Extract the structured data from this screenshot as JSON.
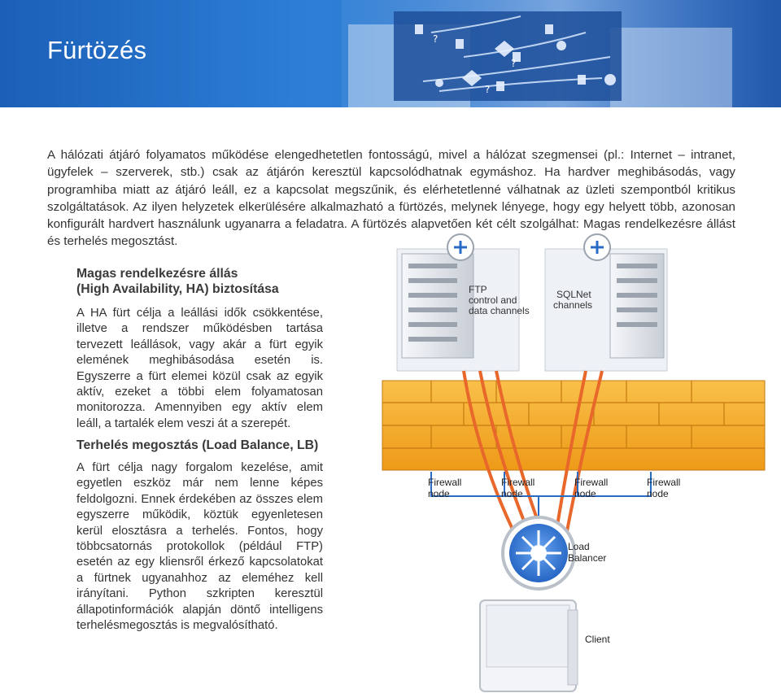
{
  "header": {
    "title": "Fürtözés",
    "brand_color": "#2a70c8"
  },
  "intro": {
    "text": "A hálózati átjáró folyamatos működése elengedhetetlen fontosságú, mivel a hálózat szegmensei (pl.: Internet – intranet, ügyfelek – szerverek, stb.) csak az átjárón keresztül kapcsolódhatnak egymáshoz. Ha hardver meghibásodás, vagy programhiba miatt az átjáró leáll, ez a kapcsolat megszűnik, és elérhetetlenné válhatnak az üzleti szempontból kritikus szolgáltatások. Az ilyen helyzetek elkerülésére alkalmazható a fürtözés, melynek lényege, hogy egy helyett több, azonosan konfigurált hardvert használunk ugyanarra a feladatra. A fürtözés alapvetően két célt szolgálhat: Magas rendelkezésre állást és terhelés megosztást."
  },
  "ha": {
    "heading_line1": "Magas rendelkezésre állás",
    "heading_line2": "(High Availability, HA) biztosítása",
    "body": "A HA fürt célja a leállási idők csökkentése, illetve a rendszer működésben tartása tervezett leállások, vagy akár a fürt egyik elemének meghibásodása esetén is. Egyszerre a fürt elemei közül csak az egyik aktív, ezeket a többi elem folyamatosan monitorozza. Amennyiben egy aktív elem leáll, a tartalék elem veszi át a szerepét."
  },
  "lb": {
    "heading": "Terhelés megosztás (Load Balance, LB)",
    "body": "A fürt célja nagy forgalom kezelése, amit egyetlen eszköz már nem lenne képes feldolgozni. Ennek érdekében az összes elem egyszerre működik, köztük egyenletesen kerül elosztásra a terhelés. Fontos, hogy többcsatornás protokollok (például FTP) esetén az egy kliensről érkező kapcsolatokat a fürtnek ugyanahhoz az eleméhez kell irányítani. Python szkripten keresztül állapotinformációk alapján döntő intelligens terhelésmegosztás is megvalósítható."
  },
  "diagram": {
    "ftp_label_1": "FTP",
    "ftp_label_2": "control and",
    "ftp_label_3": "data channels",
    "sql_label_1": "SQLNet",
    "sql_label_2": "channels",
    "firewall_nodes": [
      {
        "line1": "Firewall",
        "line2": "node"
      },
      {
        "line1": "Firewall",
        "line2": "node"
      },
      {
        "line1": "Firewall",
        "line2": "node"
      },
      {
        "line1": "Firewall",
        "line2": "node"
      }
    ],
    "lb_label_1": "Load",
    "lb_label_2": "Balancer",
    "client_label": "Client",
    "colors": {
      "wall": "#f4a522",
      "arrow": "#e8672a",
      "line": "#2a6cc4",
      "server": "#dfe3e8"
    }
  }
}
